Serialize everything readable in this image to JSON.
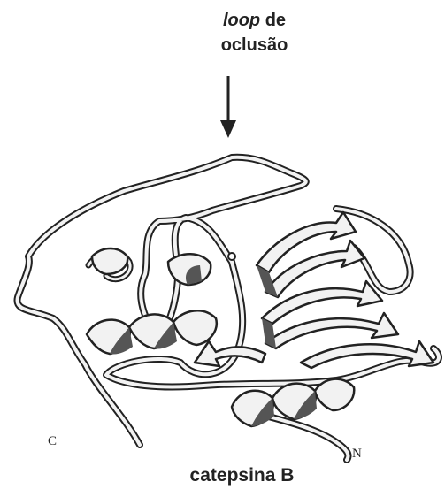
{
  "annotation": {
    "loop_word": "loop",
    "loop_suffix": " de",
    "line2": "oclusão"
  },
  "caption": "catepsina B",
  "termini": {
    "c": "C",
    "n": "N"
  },
  "colors": {
    "ink": "#222222",
    "ribbon_fill": "#f2f2f2",
    "ribbon_shade": "#555555"
  }
}
